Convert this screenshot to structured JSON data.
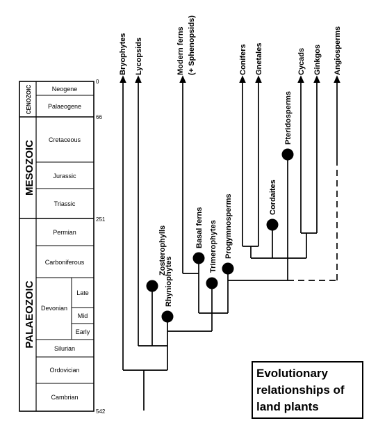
{
  "title_box": {
    "lines": [
      "Evolutionary",
      "relationships of",
      "land plants"
    ]
  },
  "timescale": {
    "eras": [
      {
        "id": "cenozoic",
        "label": "CENOZOIC"
      },
      {
        "id": "mesozoic",
        "label": "MESOZOIC"
      },
      {
        "id": "palaeozoic",
        "label": "PALAEOZOIC"
      }
    ],
    "periods": [
      {
        "id": "neogene",
        "label": "Neogene"
      },
      {
        "id": "palaeogene",
        "label": "Palaeogene"
      },
      {
        "id": "cretaceous",
        "label": "Cretaceous"
      },
      {
        "id": "jurassic",
        "label": "Jurassic"
      },
      {
        "id": "triassic",
        "label": "Triassic"
      },
      {
        "id": "permian",
        "label": "Permian"
      },
      {
        "id": "carboniferous",
        "label": "Carboniferous"
      },
      {
        "id": "devonian",
        "label": "Devonian"
      },
      {
        "id": "silurian",
        "label": "Silurian"
      },
      {
        "id": "ordovician",
        "label": "Ordovician"
      },
      {
        "id": "cambrian",
        "label": "Cambrian"
      }
    ],
    "devonian_subdivisions": [
      "Late",
      "Mid",
      "Early"
    ],
    "ages": [
      "0",
      "66",
      "251",
      "542"
    ]
  },
  "living_groups": [
    {
      "id": "bryophytes",
      "lines": [
        "Bryophytes"
      ]
    },
    {
      "id": "lycopsids",
      "lines": [
        "Lycopsids"
      ]
    },
    {
      "id": "modern-ferns",
      "lines": [
        "Modern ferns",
        "(+ Sphenopsids)"
      ]
    },
    {
      "id": "conifers",
      "lines": [
        "Conifers"
      ]
    },
    {
      "id": "gnetales",
      "lines": [
        "Gnetales"
      ]
    },
    {
      "id": "cycads",
      "lines": [
        "Cycads"
      ]
    },
    {
      "id": "ginkgos",
      "lines": [
        "Ginkgos"
      ]
    },
    {
      "id": "angiosperms",
      "lines": [
        "Angiosperms"
      ]
    }
  ],
  "extinct_groups": [
    {
      "id": "zosterophylls",
      "label": "Zosterophylls"
    },
    {
      "id": "rhyniophytes",
      "label": "Rhyniophytes"
    },
    {
      "id": "basal-ferns",
      "label": "Basal ferns"
    },
    {
      "id": "trimerophytes",
      "label": "Trimerophytes"
    },
    {
      "id": "progymnosperms",
      "label": "Progymnosperms"
    },
    {
      "id": "cordaites",
      "label": "Cordaites"
    },
    {
      "id": "pteridosperms",
      "label": "Pteridosperms"
    }
  ],
  "colors": {
    "line": "#000000",
    "background": "#ffffff"
  }
}
